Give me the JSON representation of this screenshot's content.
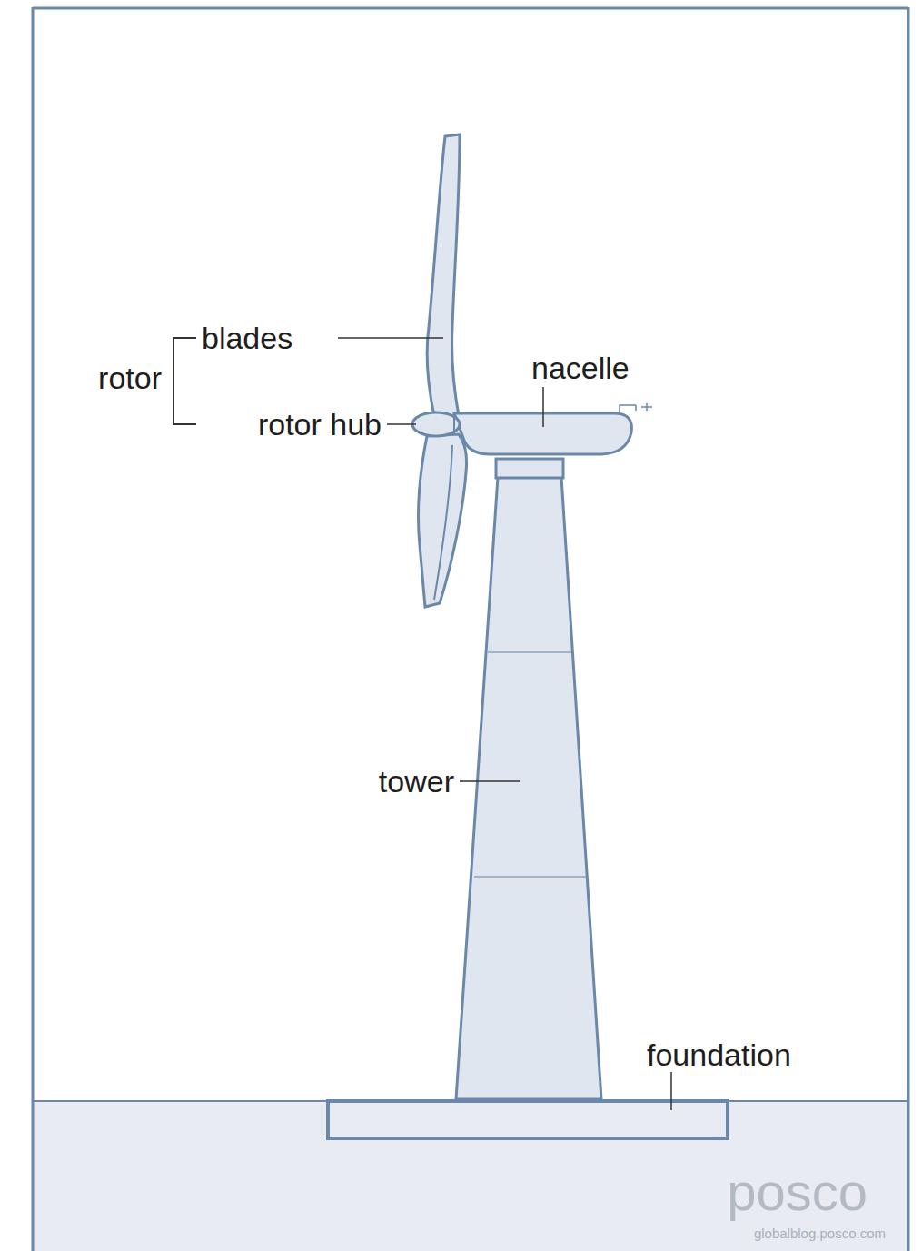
{
  "diagram": {
    "labels": [
      "blades",
      "rotor",
      "nacelle",
      "rotor hub",
      "tower",
      "foundation",
      "posco",
      "globalblog.posco.com"
    ]
  }
}
